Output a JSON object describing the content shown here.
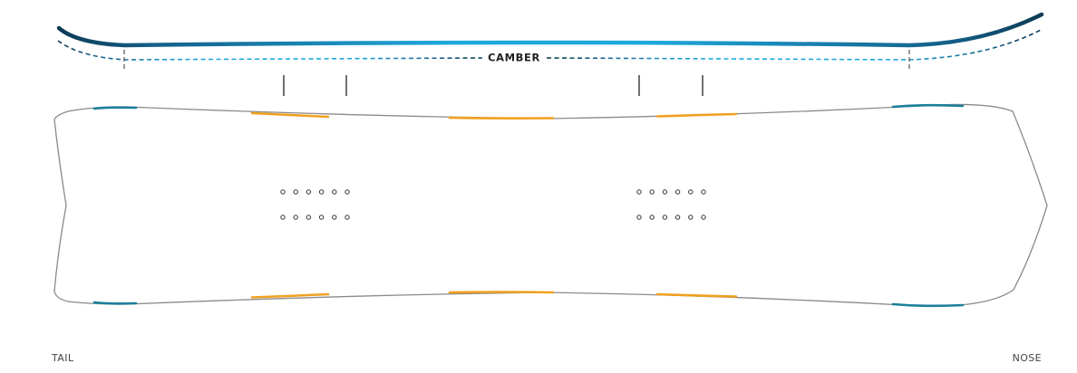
{
  "profile": {
    "label": "CAMBER"
  },
  "ends": {
    "tail": "TAIL",
    "nose": "NOSE"
  },
  "colors": {
    "profile_dark": "#0d3b55",
    "profile_light": "#1ea8dc",
    "outline": "#8a8a8a",
    "edge_teal": "#1b7f9a",
    "edge_orange": "#f0a020",
    "marks": "#333333"
  },
  "inserts": {
    "rows_per_binding": 2,
    "holes_per_row": 6
  }
}
